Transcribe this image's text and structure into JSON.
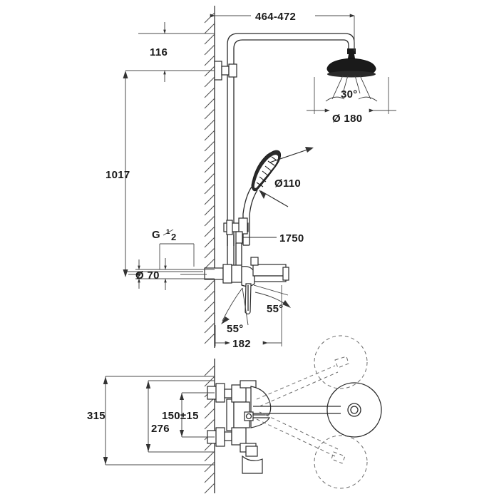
{
  "drawing": {
    "title": "Shower system technical dimension drawing",
    "background_color": "#ffffff",
    "line_color": "#2a2a2a",
    "dimension_color": "#4a4a4a",
    "views": [
      {
        "name": "elevation-view",
        "description": "Front elevation of wall-mounted shower column with head shower, hand shower and single-lever mixer"
      },
      {
        "name": "plan-view",
        "description": "Top plan view of mixer body and hand shower holder swivel range"
      }
    ]
  },
  "dimensions": {
    "head_shower_reach": "464-472",
    "wall_bracket_offset": "116",
    "riser_height": "1017",
    "thread_size_g": "G",
    "thread_size_num": "1",
    "thread_size_den": "2",
    "inlet_spacing": "Ø 70",
    "head_shower_diameter": "Ø 180",
    "head_shower_angle": "30°",
    "hand_shower_diameter": "Ø110",
    "hose_length": "1750",
    "mixer_projection": "182",
    "lever_angle_left": "55°",
    "lever_angle_right": "55°",
    "plan_overall_depth": "315",
    "plan_body_depth": "276",
    "plan_wall_offset": "150±15"
  },
  "components": {
    "wall": "hatched-wall-section",
    "head_shower": "rain-head-shower",
    "hand_shower": "hand-shower",
    "mixer": "single-lever-mixer",
    "riser": "riser-pipe",
    "wall_bracket": "wall-bracket",
    "shower_holder": "hand-shower-holder",
    "swivel_positions": "dashed-swivel-outline"
  }
}
